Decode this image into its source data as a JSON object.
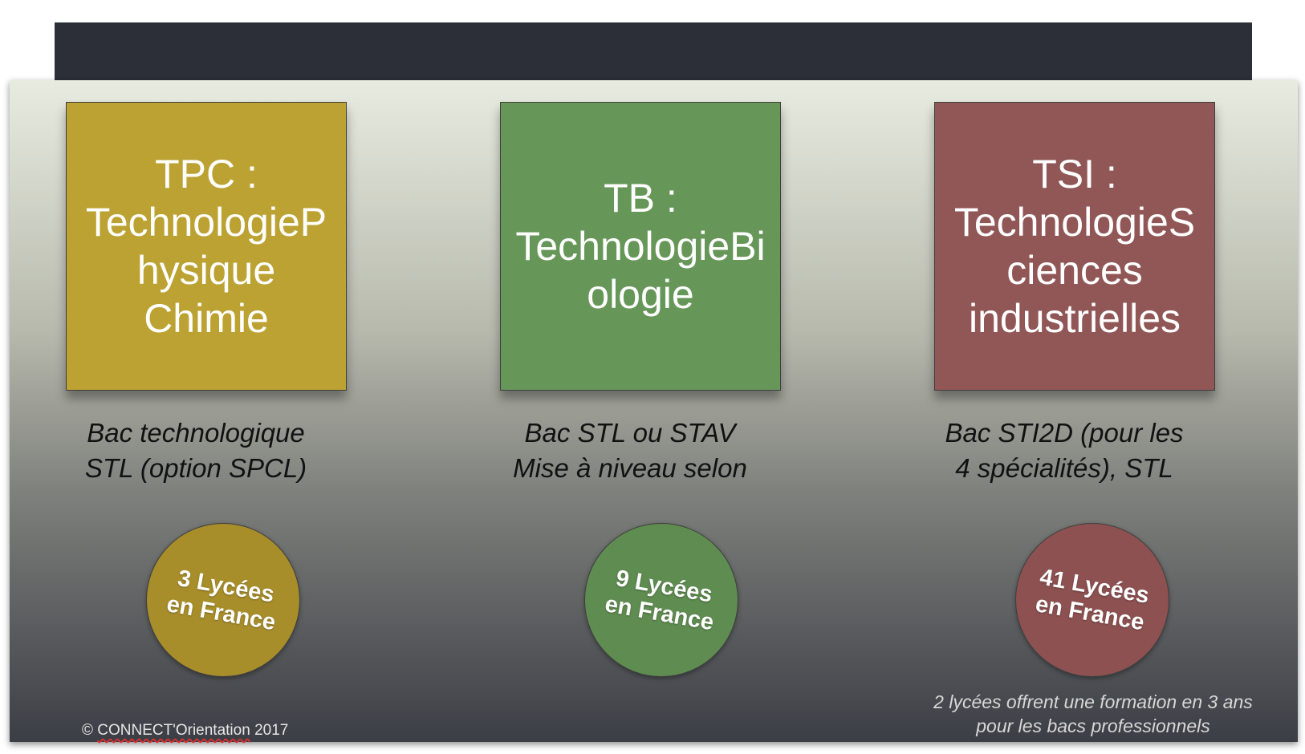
{
  "columns": [
    {
      "title": "TPC :\nTechnologieP\nhysique\nChimie",
      "bac": "Bac technologique\nSTL (option SPCL)",
      "lycees": "3 Lycées\nen France",
      "color": "#bba232"
    },
    {
      "title": "TB :\nTechnologieBi\nologie",
      "bac": "Bac STL ou STAV\nMise à niveau selon",
      "lycees": "9 Lycées\nen France",
      "color": "#669758"
    },
    {
      "title": "TSI :\nTechnologieS\nciences\nindustrielles",
      "bac": "Bac STI2D (pour les\n4  spécialités), STL",
      "lycees": "41 Lycées\nen France",
      "color": "#915656"
    }
  ],
  "note": "2 lycées offrent une formation en 3 ans pour les bacs professionnels",
  "copyright": {
    "symbol": "©",
    "brand": "CONNECT'Orientation",
    "year": "2017"
  }
}
